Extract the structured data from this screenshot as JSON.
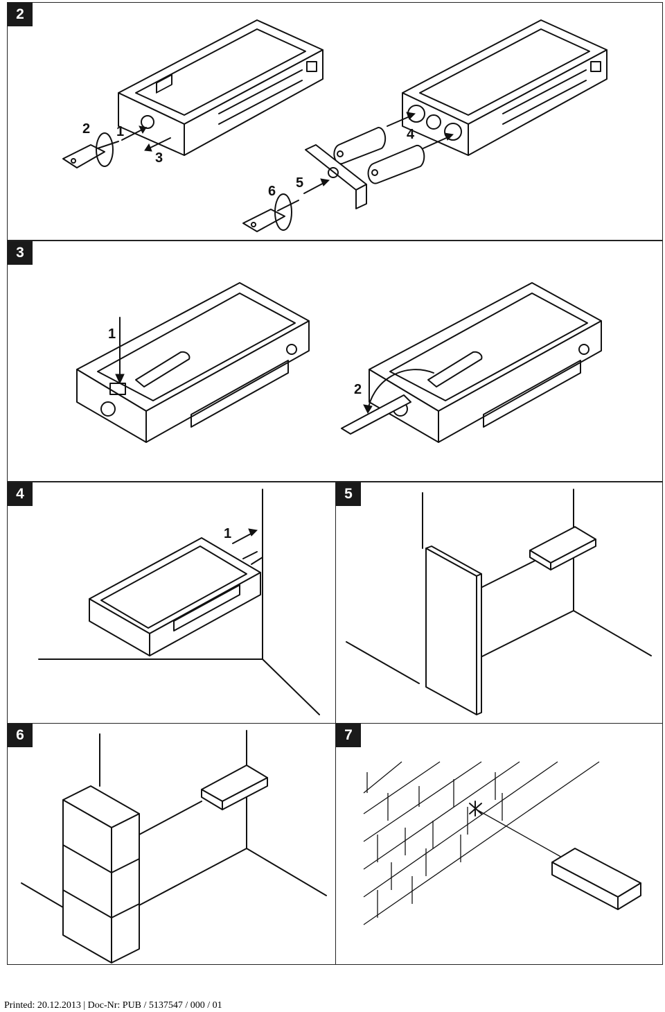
{
  "panels": {
    "p2": {
      "number": "2",
      "callouts": {
        "c1": "1",
        "c2": "2",
        "c3": "3",
        "c4": "4",
        "c5": "5",
        "c6": "6"
      }
    },
    "p3": {
      "number": "3",
      "callouts": {
        "c1": "1",
        "c2": "2"
      }
    },
    "p4": {
      "number": "4",
      "callouts": {
        "c1": "1"
      }
    },
    "p5": {
      "number": "5"
    },
    "p6": {
      "number": "6"
    },
    "p7": {
      "number": "7"
    }
  },
  "footer": {
    "text": "Printed: 20.12.2013 | Doc-Nr: PUB / 5137547 / 000 / 01"
  }
}
